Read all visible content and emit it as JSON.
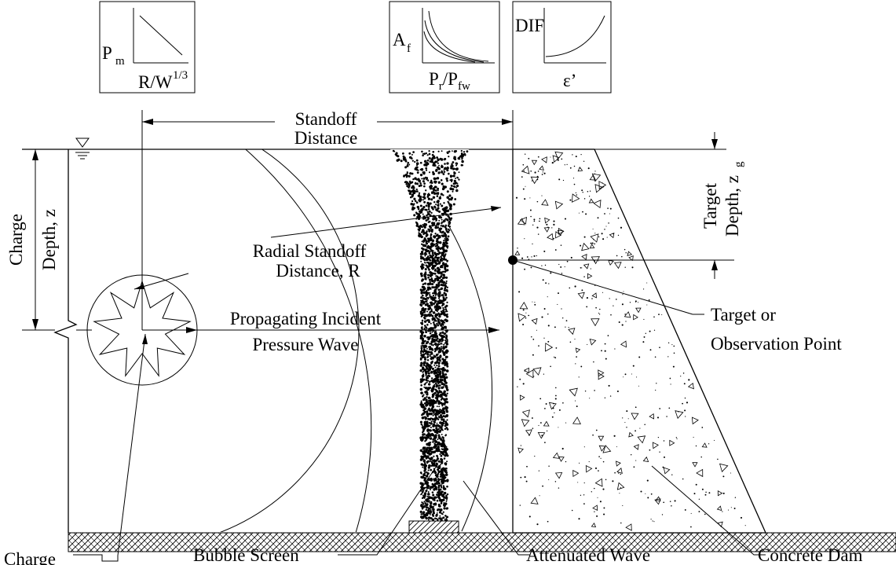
{
  "insets": {
    "pm": {
      "y_label": "P",
      "y_sub": "m",
      "x_label": "R/W",
      "x_sup": "1/3"
    },
    "af": {
      "y_label": "A",
      "y_sub": "f",
      "x_label1": "P",
      "x_sub1": "r",
      "x_sep": "/P",
      "x_sub2": "fw"
    },
    "dif": {
      "y_label": "DIF",
      "x_label": "ε’"
    }
  },
  "labels": {
    "standoff_line1": "Standoff",
    "standoff_line2": "Distance",
    "charge_depth_line1": "Charge",
    "charge_depth_line2": "Depth, z",
    "radial_line1": "Radial Standoff",
    "radial_line2": "Distance, R",
    "propagating_line1": "Propagating Incident",
    "propagating_line2": "Pressure Wave",
    "target_depth_line1": "Target",
    "target_depth_line2": "Depth, z",
    "target_depth_sub": "g",
    "target_point_line1": "Target or",
    "target_point_line2": "Observation Point",
    "charge": "Charge",
    "bubble_screen": "Bubble Screen",
    "attenuated_wave": "Attenuated Wave",
    "concrete_dam": "Concrete Dam"
  }
}
